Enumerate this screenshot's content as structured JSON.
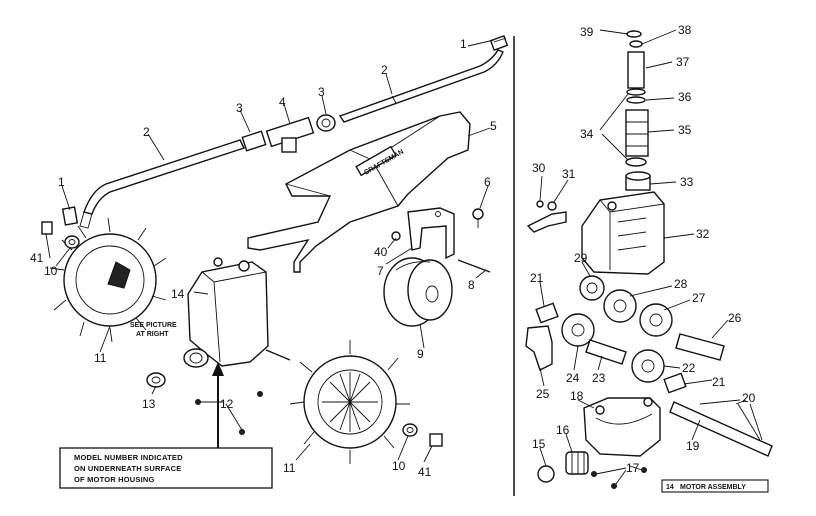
{
  "callouts": {
    "c1": "1",
    "c2a": "2",
    "c2b": "2",
    "c3a": "3",
    "c3b": "3",
    "c4": "4",
    "c5": "5",
    "c6": "6",
    "c7": "7",
    "c8": "8",
    "c9": "9",
    "c10a": "10",
    "c10b": "10",
    "c11a": "11",
    "c11b": "11",
    "c12": "12",
    "c13": "13",
    "c14": "14",
    "c41a": "41",
    "c41b": "41",
    "c40": "40",
    "c1b": "1",
    "c39": "39",
    "c38": "38",
    "c37": "37",
    "c36": "36",
    "c34": "34",
    "c35": "35",
    "c30": "30",
    "c31": "31",
    "c33": "33",
    "c32": "32",
    "c21a": "21",
    "c29": "29",
    "c28": "28",
    "c27": "27",
    "c26": "26",
    "c24": "24",
    "c23": "23",
    "c22": "22",
    "c21b": "21",
    "c25": "25",
    "c18": "18",
    "c20": "20",
    "c19": "19",
    "c16": "16",
    "c15": "15",
    "c17": "17"
  },
  "see_picture": [
    "SEE PICTURE",
    "AT RIGHT"
  ],
  "model_note": [
    "MODEL NUMBER INDICATED",
    "ON UNDERNEATH SURFACE",
    "OF MOTOR HOUSING"
  ],
  "motor_assembly": {
    "num": "14",
    "text": "MOTOR ASSEMBLY"
  },
  "housing_label": "CRAFTSMAN"
}
